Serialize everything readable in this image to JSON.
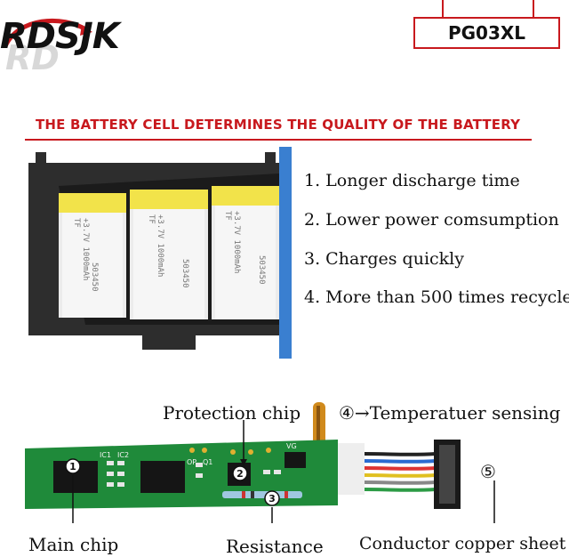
{
  "brand": {
    "logo_text": "RDSJK"
  },
  "model": {
    "label": "PG03XL"
  },
  "headline": "THE BATTERY CELL DETERMINES THE QUALITY OF THE BATTERY",
  "features": [
    "1. Longer discharge time",
    "2. Lower power comsumption",
    "3. Charges quickly",
    "4. More than 500 times recycle"
  ],
  "cells": [
    {
      "brand": "TF",
      "model": "503450",
      "spec": "+3.7V 1000mAh"
    },
    {
      "brand": "TF",
      "model": "503450",
      "spec": "+3.7V 1000mAh"
    },
    {
      "brand": "TF",
      "model": "503450",
      "spec": "+3.7V 1000mAh"
    }
  ],
  "pcb": {
    "callouts": {
      "protection_chip": "Protection chip",
      "temperature": "④→Temperatuer sensing",
      "main_chip": "Main chip",
      "resistance": "Resistance",
      "copper": "Conductor copper sheet",
      "num1": "1",
      "num2": "2",
      "num3": "3",
      "num5": "⑤"
    },
    "silkscreen": {
      "ic1": "IC1",
      "ic2": "IC2",
      "op": "OP",
      "q1": "Q1",
      "vg": "VG"
    }
  },
  "colors": {
    "accent": "#c8191e",
    "pack_frame": "#2b2b2b",
    "cell_yellow": "#f2e34a",
    "pcb_green": "#1f8a3a",
    "tab_blue": "#3a7fd0"
  }
}
